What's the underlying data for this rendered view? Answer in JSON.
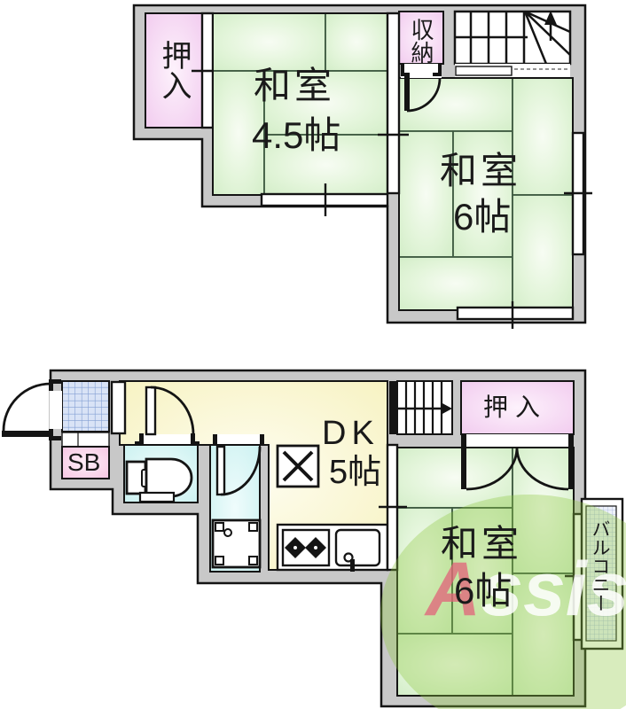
{
  "floors": {
    "upper": {
      "oshiire": {
        "label": "押入"
      },
      "washitsu45": {
        "label": "和室",
        "size": "4.5帖"
      },
      "shuno": {
        "label": "収納"
      },
      "washitsu6": {
        "label": "和室",
        "size": "6帖"
      }
    },
    "lower": {
      "sb": {
        "label": "SB"
      },
      "dk": {
        "label": "DK",
        "size": "5帖"
      },
      "oshiire": {
        "label": "押入"
      },
      "washitsu6": {
        "label": "和室",
        "size": "6帖"
      },
      "balcony": {
        "label": "バルコニー"
      }
    }
  },
  "watermark": {
    "letter": "A",
    "rest": "ssist"
  },
  "colors": {
    "wall": "#c8c8c8",
    "tatami": "#d8f0cf",
    "closet_pink": "#f2cdee",
    "shoebox_pink": "#f8c6e2",
    "dk_yellow": "#f8f3c2",
    "wet_cyan": "#c9f0ef",
    "tile_blue": "#d9e3f6",
    "watermark_green": "#8cc63f",
    "watermark_red": "#e2637a"
  }
}
